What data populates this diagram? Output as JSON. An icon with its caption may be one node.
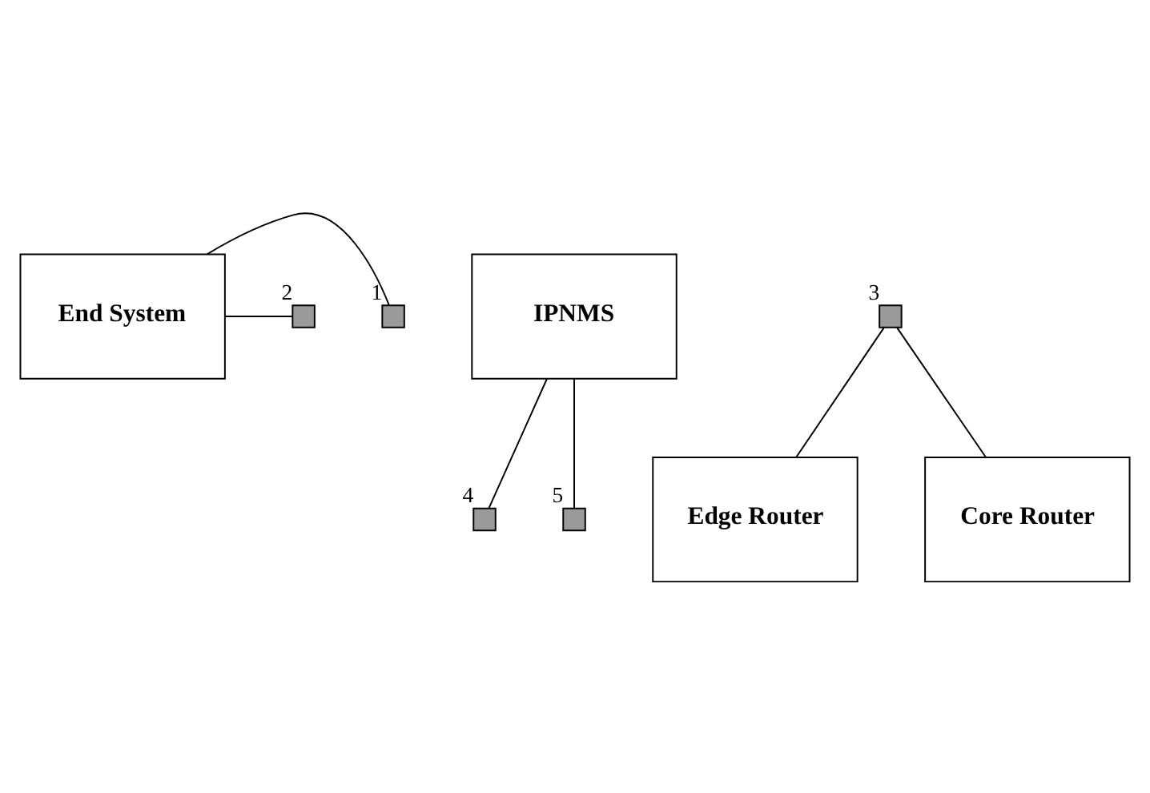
{
  "diagram": {
    "nodes": [
      {
        "text": [
          "End System"
        ]
      },
      {
        "text": [
          "IPNMS"
        ]
      },
      {
        "text": [],
        "shape": "box",
        "beside": [
          "1"
        ]
      },
      {
        "text": [],
        "shape": "box",
        "beside": [
          "2"
        ]
      },
      {
        "text": [],
        "shape": "box",
        "beside": [
          "3"
        ]
      },
      {
        "text": [
          "Edge Router"
        ]
      },
      {
        "text": [],
        "shape": "box",
        "beside": [
          "4"
        ]
      },
      {
        "text": [
          "Core Router"
        ]
      },
      {
        "text": [],
        "shape": "box",
        "beside": [
          "5"
        ]
      }
    ],
    "edges": [
      {
        "from": 0,
        "to": 2,
        "arrow": "none"
      },
      {
        "from": 0,
        "to": 3,
        "arrow": "none"
      },
      {
        "from": 1,
        "to": 6,
        "arrow": "none"
      },
      {
        "from": 4,
        "to": 5,
        "arrow": "none"
      },
      {
        "from": 4,
        "to": 7,
        "arrow": "none"
      },
      {
        "from": 1,
        "to": 8,
        "arrow": "none"
      }
    ]
  }
}
